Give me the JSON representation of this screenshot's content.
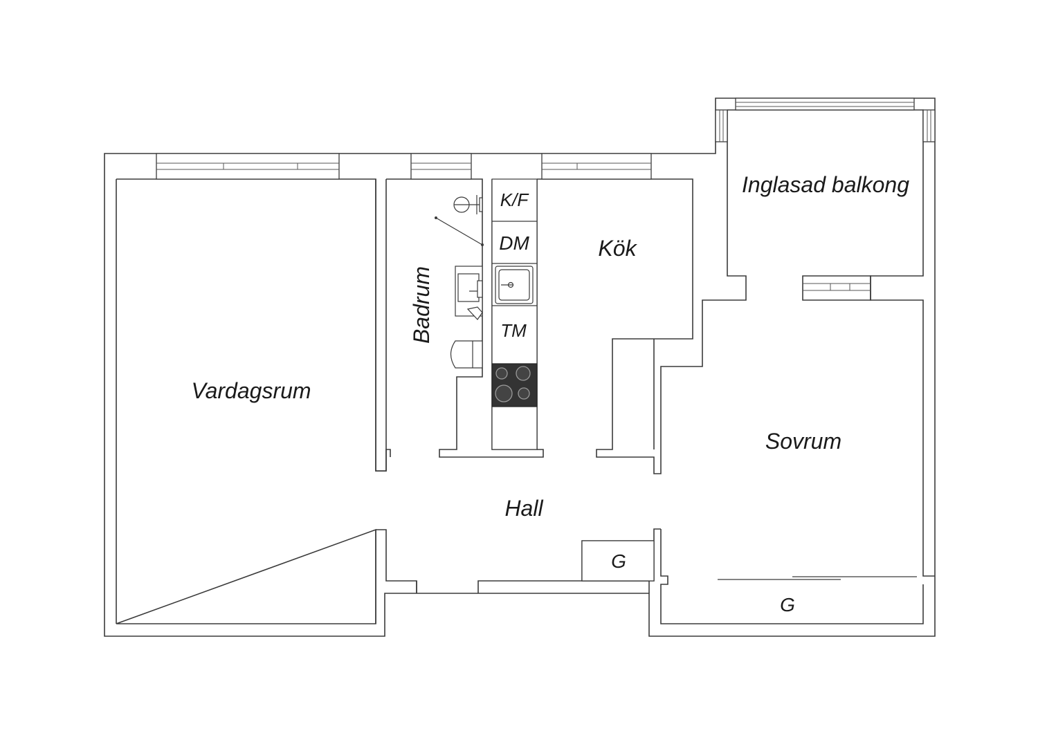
{
  "plan": {
    "rooms": {
      "living": "Vardagsrum",
      "bathroom": "Badrum",
      "kitchen": "Kök",
      "balcony": "Inglasad balkong",
      "bedroom": "Sovrum",
      "hall": "Hall"
    },
    "fixtures": {
      "fridge_freezer": "K/F",
      "dishwasher": "DM",
      "washing_machine": "TM",
      "wardrobe_hall": "G",
      "wardrobe_bedroom": "G"
    }
  }
}
